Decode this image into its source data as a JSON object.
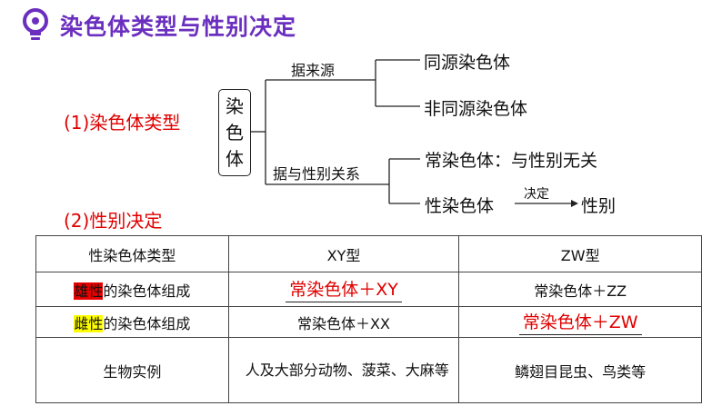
{
  "title": "染色体类型与性别决定",
  "icon": "lightbulb-icon",
  "colors": {
    "title": "#6b2fbf",
    "section": "#e00000",
    "male_highlight": "#e60000",
    "female_highlight": "#ffff00"
  },
  "section1": "(1)染色体类型",
  "section2": "(2)性别决定",
  "tree": {
    "root": [
      "染",
      "色",
      "体"
    ],
    "branch1": {
      "label": "据来源",
      "leaves": [
        "同源染色体",
        "非同源染色体"
      ]
    },
    "branch2": {
      "label": "据与性别关系",
      "leaf1": "常染色体：与性别无关",
      "leaf2": {
        "left": "性染色体",
        "arrow_label": "决定",
        "right": "性别"
      }
    }
  },
  "table": {
    "headers": [
      "性染色体类型",
      "XY型",
      "ZW型"
    ],
    "row_male": {
      "highlight": "雄性",
      "rest": "的染色体组成",
      "xy": "常染色体＋XY",
      "zw": "常染色体＋ZZ"
    },
    "row_female": {
      "highlight": "雌性",
      "rest": "的染色体组成",
      "xy": "常染色体＋XX",
      "zw": "常染色体＋ZW"
    },
    "row_example": {
      "label": "生物实例",
      "xy": "人及大部分动物、菠菜、大麻等",
      "zw": "鳞翅目昆虫、鸟类等"
    }
  }
}
